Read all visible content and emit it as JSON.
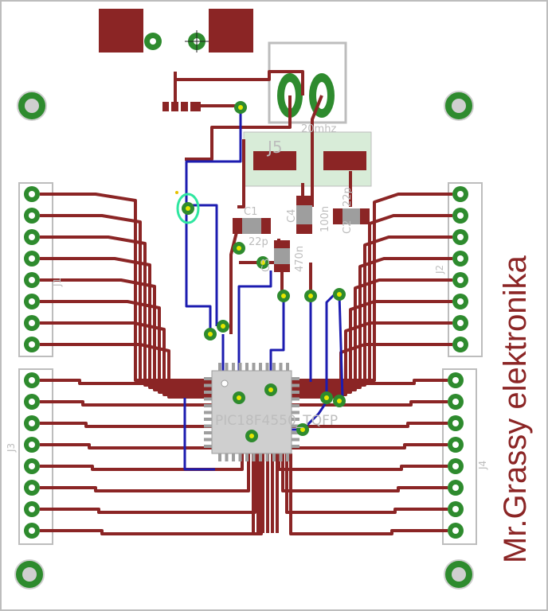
{
  "board": {
    "vendor_text": "Mr.Grassy elektronika",
    "colors": {
      "top_copper": "#8b2525",
      "bottom_copper": "#1c1cb0",
      "pad": "#2e8b2e",
      "pad_hole": "#ffffff",
      "silkscreen": "#bdbdbd",
      "chip_body": "#cfcfcf",
      "crystal_area": "#d8ecd8",
      "highlight_ring": "#2ee6a0"
    },
    "labels": {
      "chip": "PIC18F4550_TQFP",
      "crystal_freq": "20mhz",
      "j5": "J5",
      "c1": "C1",
      "c1_val": "22p",
      "c2": "C2",
      "c2_val": "22p",
      "c3": "C3",
      "c3_val": "470n",
      "c4": "C4",
      "c4_val": "100n",
      "j1": "J1",
      "j2": "J2",
      "j3": "J3",
      "j4": "J4"
    },
    "icons": {
      "mounting_hole": "mounting-hole-icon",
      "via": "via-icon",
      "pad": "pad-icon"
    }
  }
}
